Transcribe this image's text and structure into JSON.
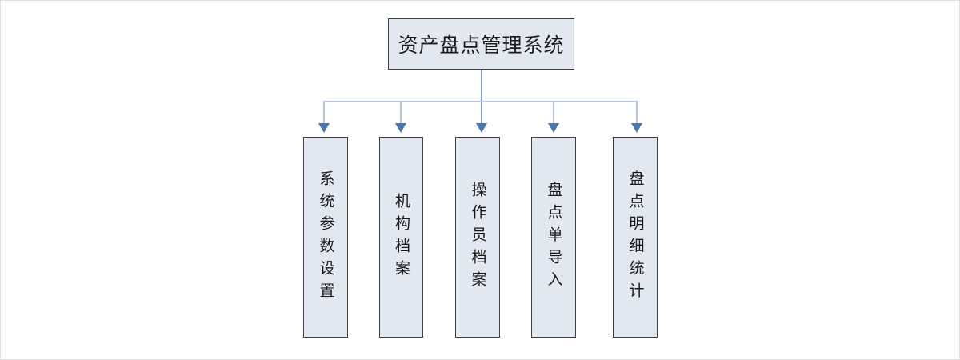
{
  "diagram": {
    "type": "org-tree",
    "title": "资产盘点管理系统",
    "root": {
      "label": "资产盘点管理系统"
    },
    "children": [
      {
        "label": "系统参数设置"
      },
      {
        "label": "机构档案"
      },
      {
        "label": "操作员档案"
      },
      {
        "label": "盘点单导入"
      },
      {
        "label": "盘点明细统计"
      }
    ],
    "colors": {
      "node_fill": "#e2e7f0",
      "node_border": "#404040",
      "connector": "#b7c4da",
      "connector_main": "#7f9ec6",
      "arrow": "#4a76ad",
      "canvas": "#ffffff",
      "canvas_border": "#e0e0e0"
    }
  }
}
